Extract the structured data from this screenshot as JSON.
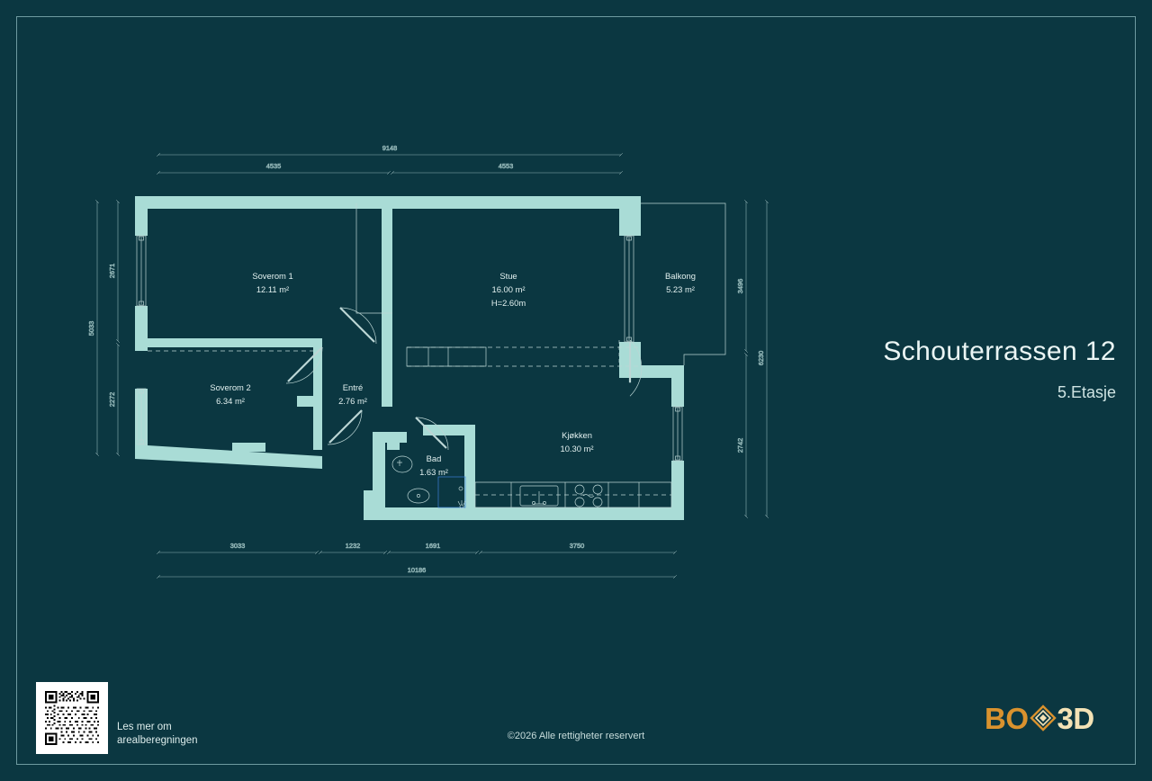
{
  "document": {
    "title": "Schouterrassen 12",
    "subtitle": "5.Etasje",
    "copyright": "©2026 Alle rettigheter reservert",
    "background_color": "#0b3741",
    "wall_color": "#a9dcd6",
    "line_color": "#b9d6d4",
    "accent_gold": "#d9922e",
    "accent_cream": "#f3e2b5"
  },
  "qr": {
    "caption_line1": "Les mer om",
    "caption_line2": "arealberegningen",
    "caption": "Les mer om\narealberegningen"
  },
  "logo": {
    "left_text": "BO",
    "right_text": "3D"
  },
  "rooms": [
    {
      "name": "Soverom 1",
      "area": "12.11 m²",
      "height": ""
    },
    {
      "name": "Stue",
      "area": "16.00 m²",
      "height": "H=2.60m"
    },
    {
      "name": "Balkong",
      "area": "5.23 m²",
      "height": ""
    },
    {
      "name": "Soverom 2",
      "area": "6.34 m²",
      "height": ""
    },
    {
      "name": "Entré",
      "area": "2.76 m²",
      "height": ""
    },
    {
      "name": "Bad",
      "area": "1.63 m²",
      "height": ""
    },
    {
      "name": "Kjøkken",
      "area": "10.30 m²",
      "height": ""
    }
  ],
  "dimensions": {
    "top_overall": "9148",
    "top_left_segment": "4535",
    "top_right_segment": "4553",
    "left_overall": "5033",
    "left_upper_segment": "2671",
    "left_lower_segment": "2272",
    "right_overall": "6230",
    "right_upper_segment": "3496",
    "right_lower_segment": "2742",
    "bottom_overall": "10186",
    "bottom_seg_1": "3033",
    "bottom_seg_2": "1232",
    "bottom_seg_3": "1691",
    "bottom_seg_4": "3750"
  }
}
